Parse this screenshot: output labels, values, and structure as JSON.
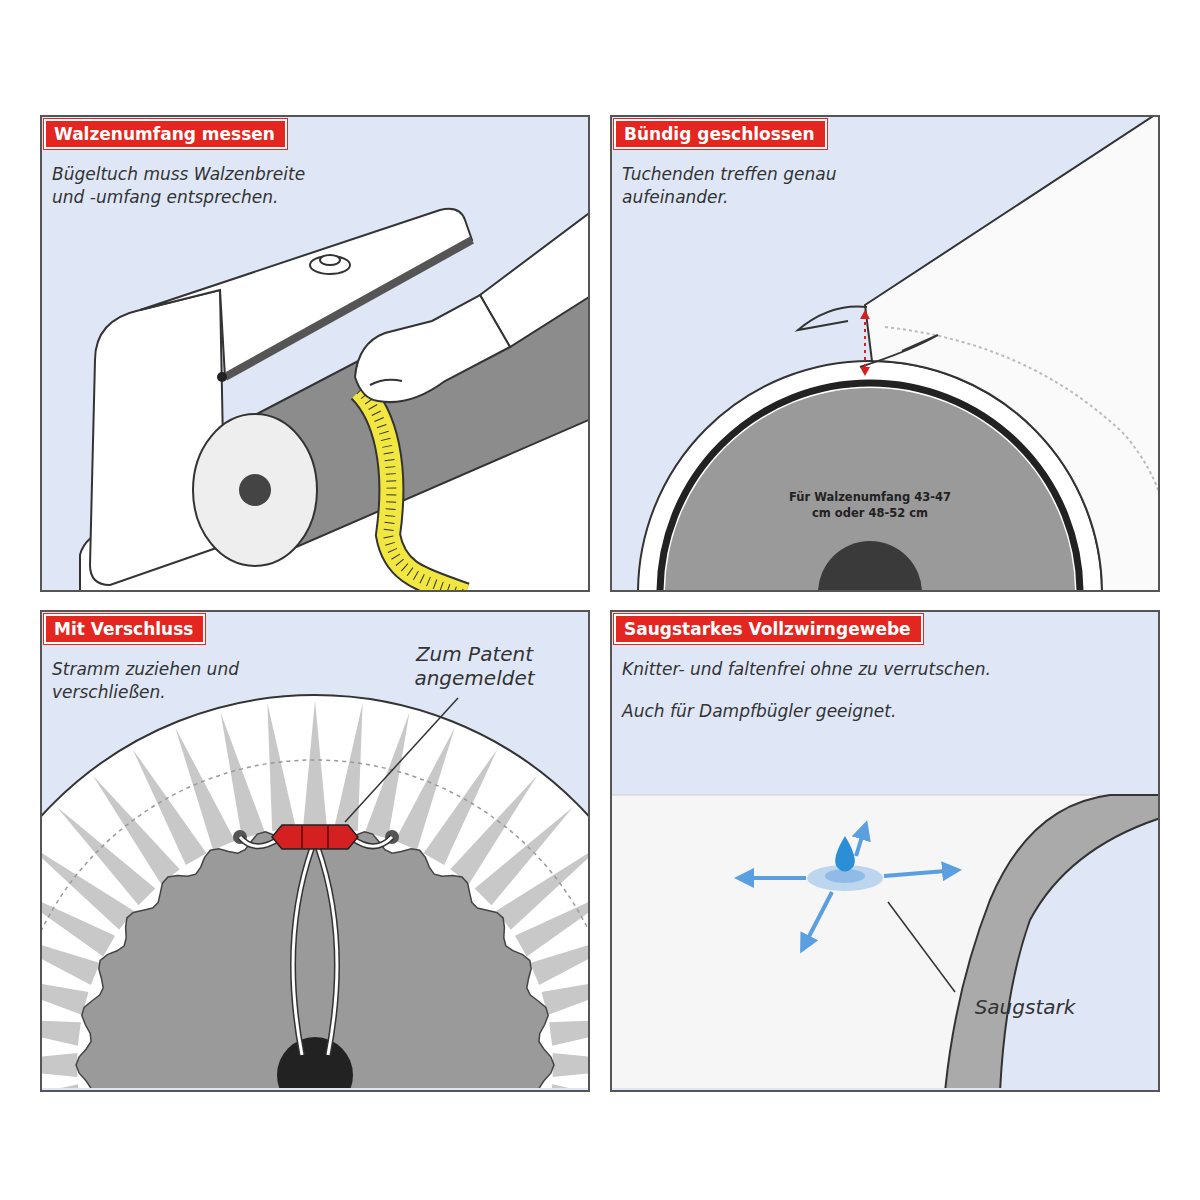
{
  "diagram": {
    "nodes": [
      {
        "text": [
          "Bügeltuch muss Walzenbreite und -umfang entsprechen."
        ]
      },
      {
        "text": [
          "Walzenumfang messen"
        ],
        "in": 0
      },
      {
        "text": [
          "Tuchenden treffen genau aufeinander."
        ]
      },
      {
        "text": [
          "Bündig geschlossen"
        ],
        "in": 2
      },
      {
        "text": [
          "Stramm zuziehen und verschließen."
        ]
      },
      {
        "text": [
          "Mit Verschluss"
        ],
        "in": 4
      },
      {
        "text": [
          "Knitter- und faltenfrei ohne zu verrutschen.",
          "Auch für Dampfbügler geeignet."
        ]
      },
      {
        "text": [
          "Saugstarkes Vollzwirngewebe"
        ],
        "in": 6
      }
    ],
    "labels": [
      "Für Walzenumfang 43-47 cm oder 48-52 cm",
      "Zum Patent angemeldet",
      "Saugstark"
    ]
  }
}
